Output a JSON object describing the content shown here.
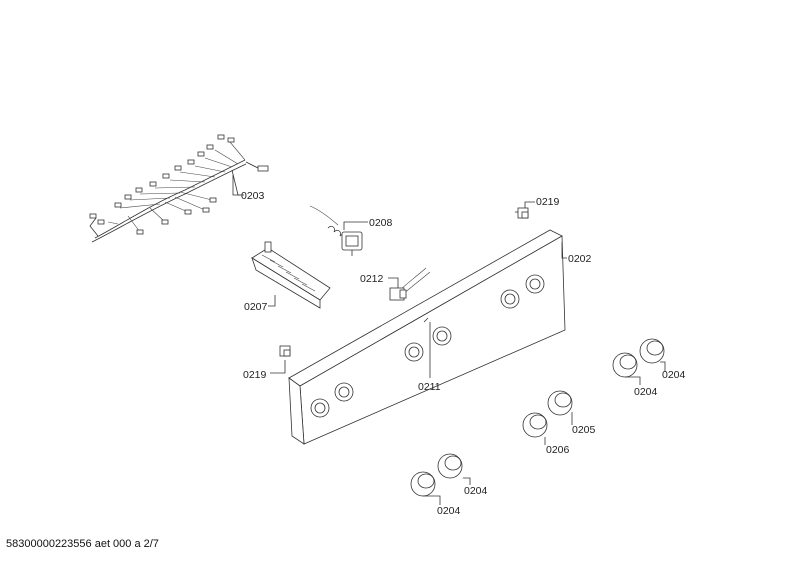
{
  "labels": {
    "p0203": "0203",
    "p0208": "0208",
    "p0219a": "0219",
    "p0202": "0202",
    "p0212": "0212",
    "p0207": "0207",
    "p0219b": "0219",
    "p0211": "0211",
    "p0204a": "0204",
    "p0204b": "0204",
    "p0205": "0205",
    "p0206": "0206",
    "p0204c": "0204",
    "p0204d": "0204"
  },
  "footer": {
    "text": "58300000223556 aet 000 a 2/7"
  }
}
